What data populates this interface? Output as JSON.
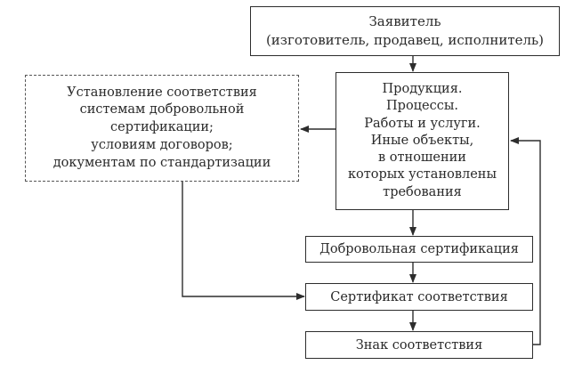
{
  "applicant": {
    "lines": [
      "Заявитель",
      "(изготовитель, продавец, исполнитель)"
    ]
  },
  "products": {
    "lines": [
      "Продукция.",
      "Процессы.",
      "Работы и услуги.",
      "Иные объекты,",
      "в отношении",
      "которых установлены",
      "требования"
    ]
  },
  "conformity": {
    "lines": [
      "Установление соответствия",
      "системам добровольной",
      "сертификации;",
      "условиям договоров;",
      "документам по стандартизации"
    ]
  },
  "voluntary_certification": "Добровольная сертификация",
  "certificate": "Сертификат соответствия",
  "mark": "Знак соответствия"
}
